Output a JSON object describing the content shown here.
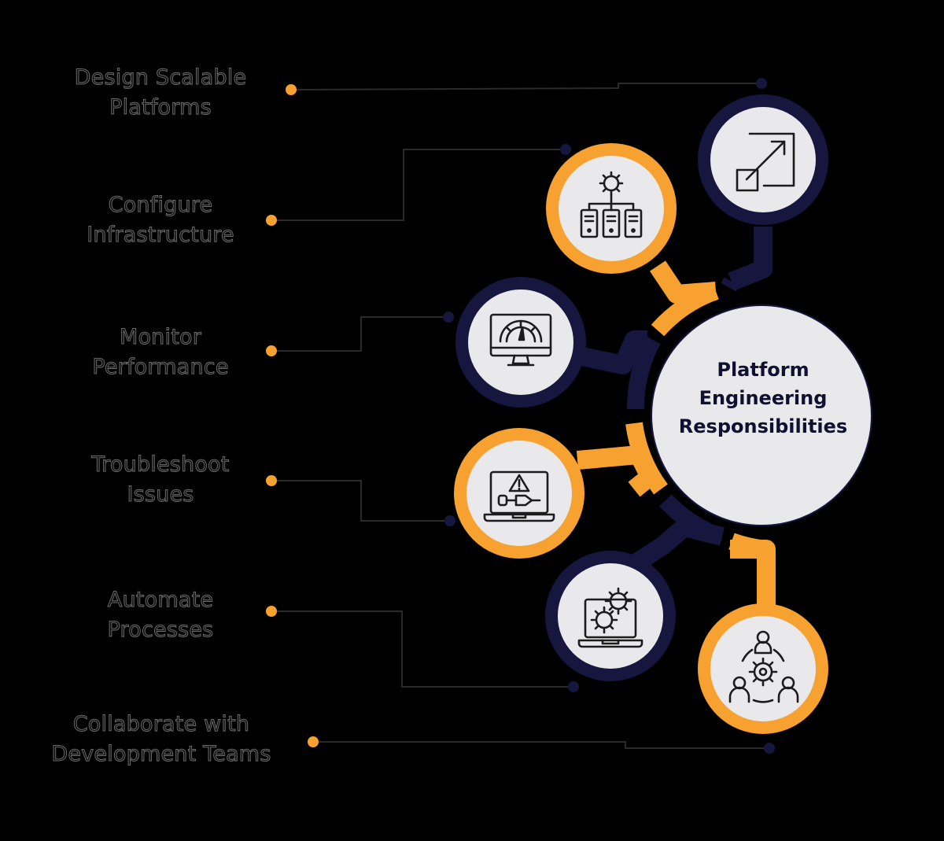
{
  "colors": {
    "background": "#000000",
    "navy": "#16163f",
    "orange": "#f7a131",
    "circle_fill": "#e9e9eb",
    "line": "#2a2a2a"
  },
  "center": {
    "title_lines": [
      "Platform",
      "Engineering",
      "Responsibilities"
    ]
  },
  "items": [
    {
      "lines": [
        "Design Scalable",
        "Platforms"
      ],
      "icon": "scale-arrow-icon",
      "ring": "navy"
    },
    {
      "lines": [
        "Configure",
        "Infrastructure"
      ],
      "icon": "server-gear-icon",
      "ring": "orange"
    },
    {
      "lines": [
        "Monitor",
        "Performance"
      ],
      "icon": "monitor-gauge-icon",
      "ring": "navy"
    },
    {
      "lines": [
        "Troubleshoot",
        "Issues"
      ],
      "icon": "laptop-warning-icon",
      "ring": "orange"
    },
    {
      "lines": [
        "Automate",
        "Processes"
      ],
      "icon": "laptop-gears-icon",
      "ring": "navy"
    },
    {
      "lines": [
        "Collaborate with",
        "Development Teams"
      ],
      "icon": "team-gear-icon",
      "ring": "orange"
    }
  ]
}
